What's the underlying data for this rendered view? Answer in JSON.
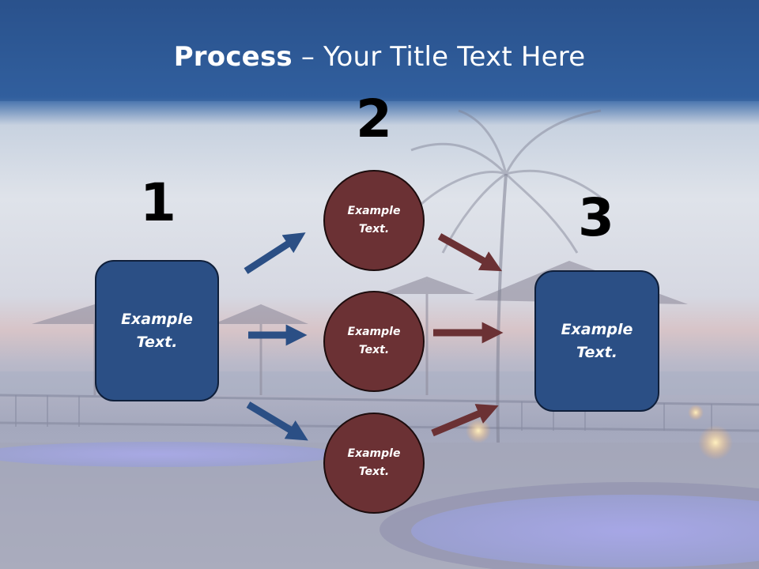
{
  "title": {
    "bold": "Process",
    "rest": " – Your Title Text Here"
  },
  "steps": [
    {
      "number": "1",
      "text": "Example Text."
    },
    {
      "number": "2",
      "items": [
        "Example Text.",
        "Example Text.",
        "Example Text."
      ]
    },
    {
      "number": "3",
      "text": "Example Text."
    }
  ],
  "colors": {
    "header": "#2f5f9e",
    "box": "#2b4f85",
    "circle": "#6b3134",
    "arrow_blue": "#2b4f85",
    "arrow_red": "#6b3134"
  }
}
